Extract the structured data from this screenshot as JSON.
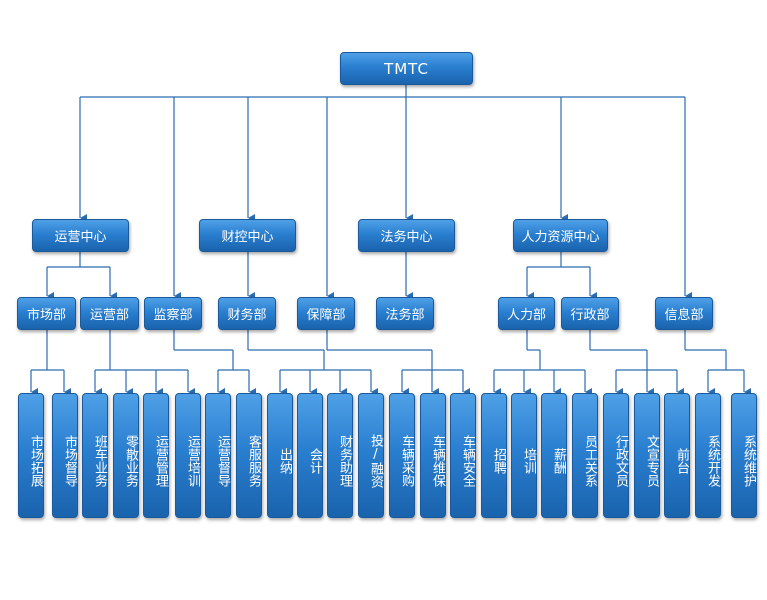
{
  "root": "TMTC",
  "centers": {
    "yunying": "运营中心",
    "caikong": "财控中心",
    "fawu": "法务中心",
    "renli": "人力资源中心"
  },
  "depts": {
    "shichang": "市场部",
    "yunying": "运营部",
    "jiancha": "监察部",
    "caiwu": "财务部",
    "baozhang": "保障部",
    "fawu": "法务部",
    "renli": "人力部",
    "xingzheng": "行政部",
    "xinxi": "信息部"
  },
  "leaves": [
    "市场拓展",
    "市场督导",
    "班车业务",
    "零散业务",
    "运营管理",
    "运营培训",
    "运营督导",
    "客服服务",
    "出纳",
    "会计",
    "财务助理",
    "投/融资",
    "车辆采购",
    "车辆维保",
    "车辆安全",
    "招聘",
    "培训",
    "薪酬",
    "员工关系",
    "行政文员",
    "文宣专员",
    "前台",
    "系统开发",
    "系统维护"
  ],
  "colors": {
    "box_top": "#4fa0e6",
    "box_bottom": "#1a63ad",
    "line": "#2b6cb0"
  }
}
